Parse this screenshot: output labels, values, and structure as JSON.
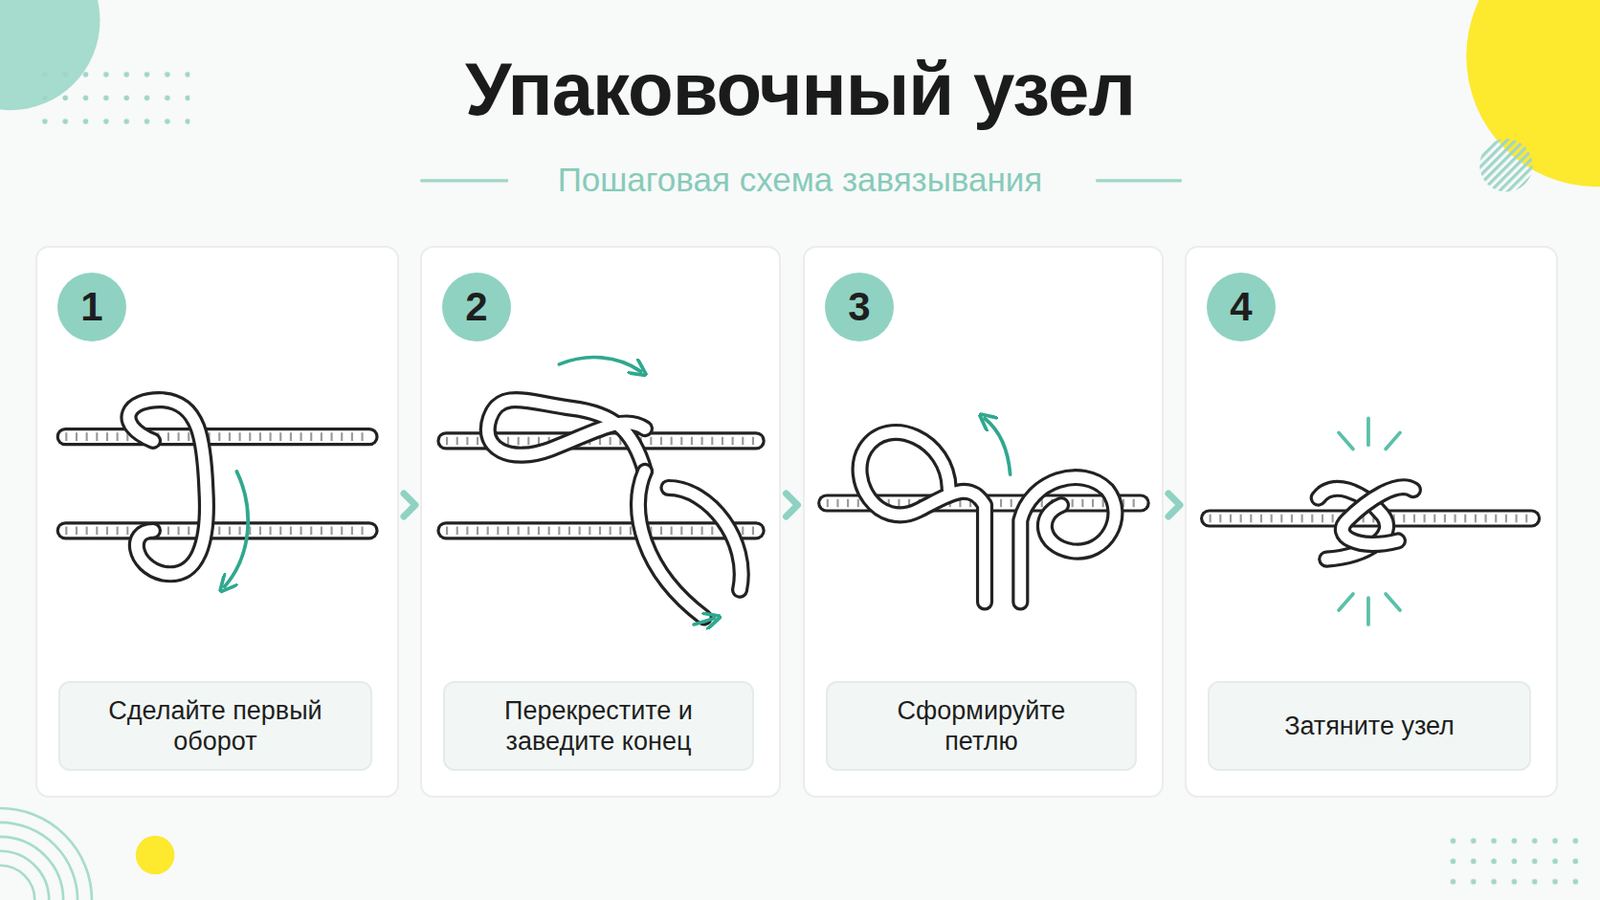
{
  "diagram": {
    "title": "Упаковочный узел",
    "nodes": [
      {
        "text": []
      },
      {
        "text": [
          "1"
        ],
        "in": 0
      },
      {
        "text": [
          "Сделайте первый оборот"
        ],
        "in": 0
      },
      {
        "text": []
      },
      {
        "text": [
          "2"
        ],
        "in": 3
      },
      {
        "text": [
          "Перекрестите и заведите конец"
        ],
        "in": 3
      },
      {
        "text": []
      },
      {
        "text": [
          "3"
        ],
        "in": 6
      },
      {
        "text": [
          "Сформируйте петлю"
        ],
        "in": 6
      },
      {
        "text": []
      },
      {
        "text": [
          "4"
        ],
        "in": 9
      },
      {
        "text": [
          "Затяните узел"
        ],
        "in": 9
      }
    ],
    "edges": [
      {
        "from": 0,
        "to": 3,
        "arrow": "to"
      },
      {
        "from": 3,
        "to": 6,
        "arrow": "to"
      },
      {
        "from": 6,
        "to": 9,
        "arrow": "to"
      }
    ],
    "labels": [
      "Пошаговая схема завязывания"
    ]
  }
}
